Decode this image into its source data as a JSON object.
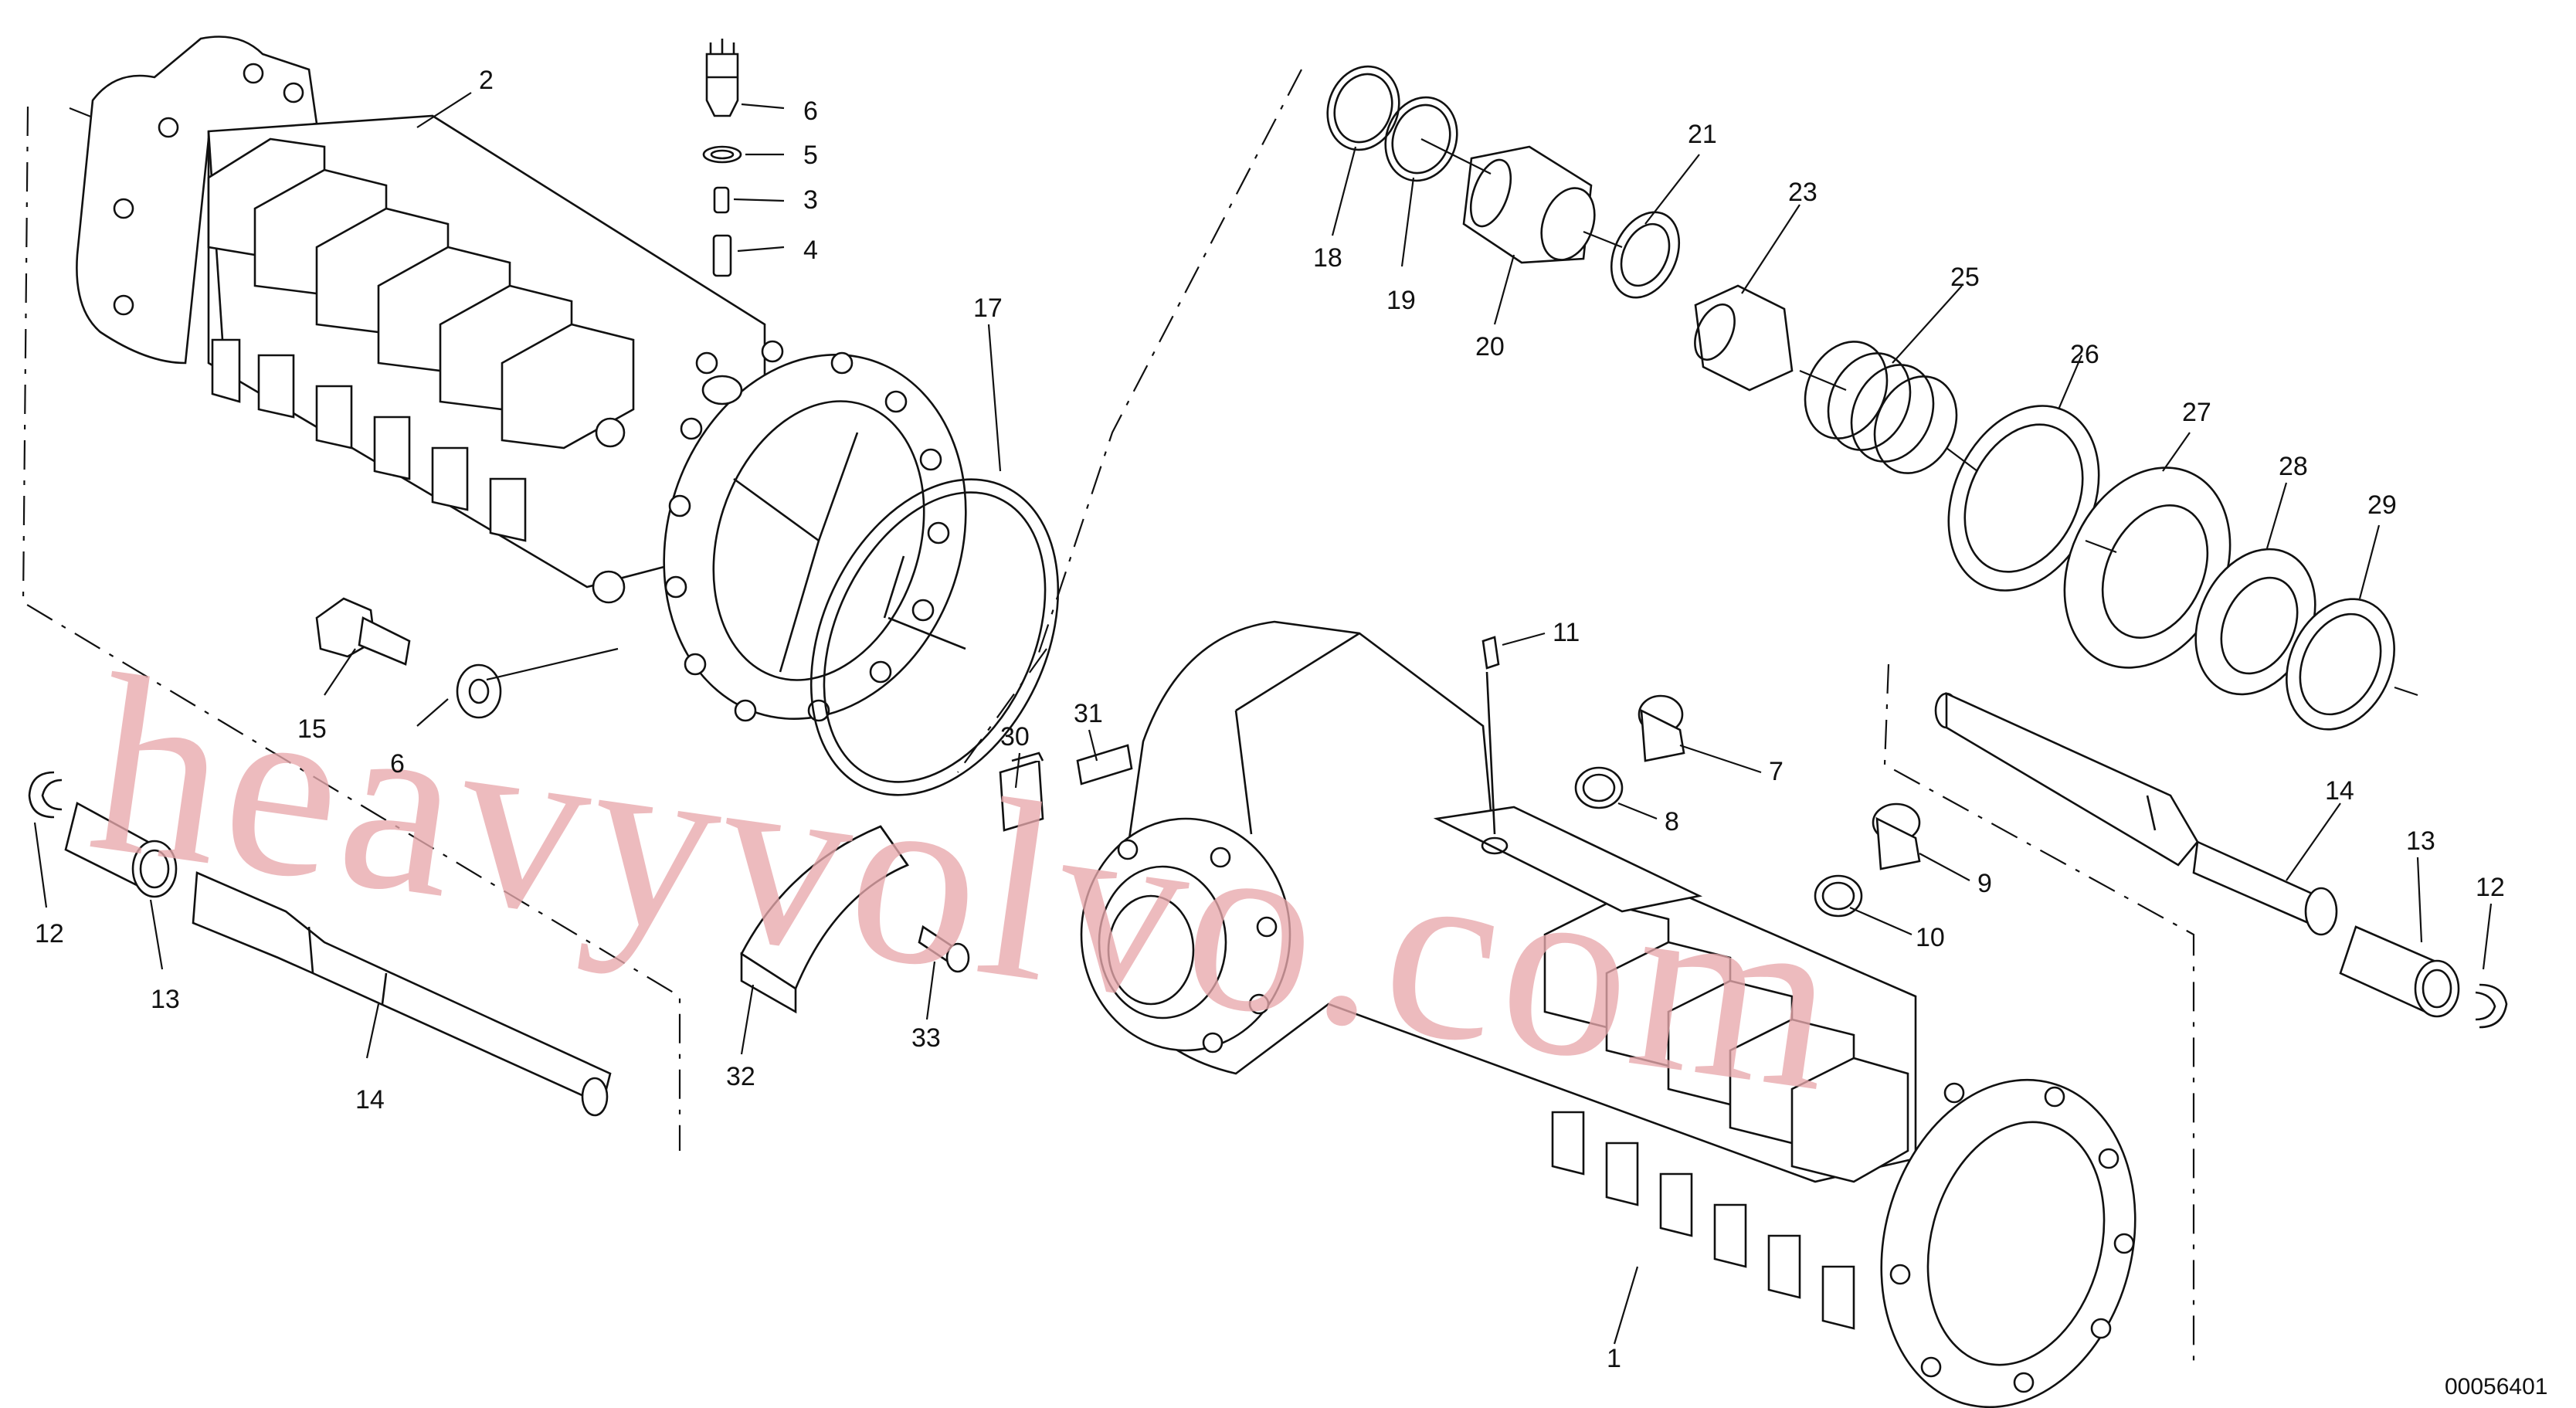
{
  "diagram": {
    "drawing_id": "00056401",
    "watermark": "heavyvolvo.com",
    "part_labels": [
      "1",
      "2",
      "3",
      "4",
      "5",
      "6",
      "7",
      "8",
      "9",
      "10",
      "11",
      "12",
      "13",
      "14",
      "15",
      "6",
      "17",
      "18",
      "19",
      "20",
      "21",
      "23",
      "25",
      "26",
      "27",
      "28",
      "29",
      "30",
      "31",
      "32",
      "33",
      "12",
      "13",
      "14"
    ]
  }
}
